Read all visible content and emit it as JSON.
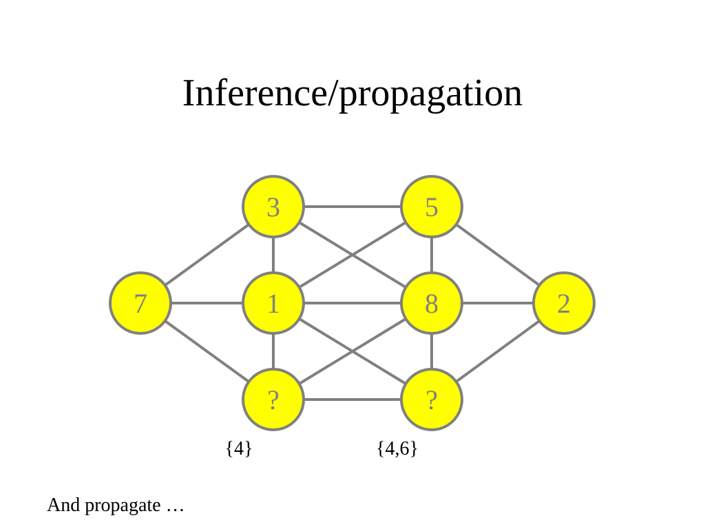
{
  "title": "Inference/propagation",
  "caption": "And propagate …",
  "colors": {
    "node_fill": "#ffff00",
    "node_stroke": "#808080",
    "edge": "#808080",
    "node_text": "#808080",
    "text": "#000000"
  },
  "graph": {
    "nodes": [
      {
        "id": "left",
        "label": "7"
      },
      {
        "id": "a-top",
        "label": "3"
      },
      {
        "id": "a-mid",
        "label": "1"
      },
      {
        "id": "a-bot",
        "label": "?",
        "domain": "{4}"
      },
      {
        "id": "b-top",
        "label": "5"
      },
      {
        "id": "b-mid",
        "label": "8"
      },
      {
        "id": "b-bot",
        "label": "?",
        "domain": "{4,6}"
      },
      {
        "id": "right",
        "label": "2"
      }
    ],
    "edges": [
      [
        "left",
        "a-top"
      ],
      [
        "left",
        "a-mid"
      ],
      [
        "left",
        "a-bot"
      ],
      [
        "a-top",
        "a-mid"
      ],
      [
        "a-mid",
        "a-bot"
      ],
      [
        "b-top",
        "b-mid"
      ],
      [
        "b-mid",
        "b-bot"
      ],
      [
        "a-top",
        "b-top"
      ],
      [
        "a-top",
        "b-mid"
      ],
      [
        "a-mid",
        "b-top"
      ],
      [
        "a-mid",
        "b-mid"
      ],
      [
        "a-mid",
        "b-bot"
      ],
      [
        "a-bot",
        "b-mid"
      ],
      [
        "a-bot",
        "b-bot"
      ],
      [
        "b-top",
        "right"
      ],
      [
        "b-mid",
        "right"
      ],
      [
        "b-bot",
        "right"
      ]
    ]
  }
}
